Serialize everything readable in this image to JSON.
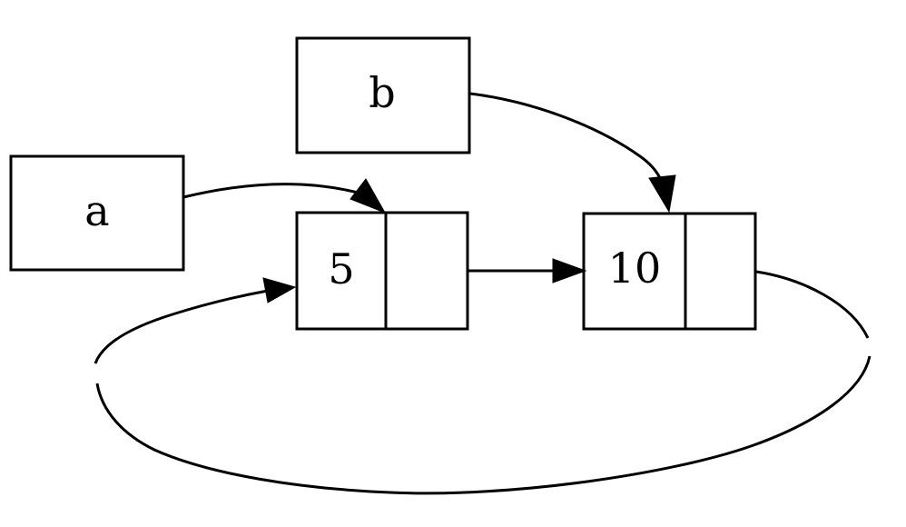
{
  "diagram": {
    "kind": "linked-list-box-and-pointer",
    "background_color": "#ffffff",
    "line_color": "#000000",
    "nodes": {
      "var_a": {
        "label": "a"
      },
      "var_b": {
        "label": "b"
      },
      "cell5": {
        "value": "5"
      },
      "cell10": {
        "value": "10"
      }
    },
    "edges": [
      {
        "from": "var_a",
        "to": "cell5"
      },
      {
        "from": "var_b",
        "to": "cell10"
      },
      {
        "from": "cell5.cdr",
        "to": "cell10"
      },
      {
        "from": "cell10.cdr",
        "to": "cell5"
      }
    ]
  }
}
